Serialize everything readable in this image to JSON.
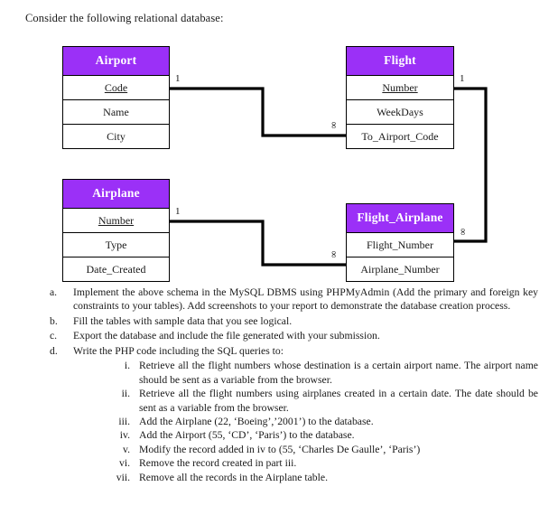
{
  "document": {
    "intro": "Consider the following relational database:"
  },
  "diagram": {
    "accent_color": "#9B30F7",
    "line_color": "#000000",
    "entities": [
      {
        "id": "airport",
        "title": "Airport",
        "attributes": [
          {
            "name": "Code",
            "primary_key": true
          },
          {
            "name": "Name",
            "primary_key": false
          },
          {
            "name": "City",
            "primary_key": false
          }
        ]
      },
      {
        "id": "flight",
        "title": "Flight",
        "attributes": [
          {
            "name": "Number",
            "primary_key": true
          },
          {
            "name": "WeekDays",
            "primary_key": false
          },
          {
            "name": "To_Airport_Code",
            "primary_key": false
          }
        ]
      },
      {
        "id": "airplane",
        "title": "Airplane",
        "attributes": [
          {
            "name": "Number",
            "primary_key": true
          },
          {
            "name": "Type",
            "primary_key": false
          },
          {
            "name": "Date_Created",
            "primary_key": false
          }
        ]
      },
      {
        "id": "flight_airplane",
        "title": "Flight_Airplane",
        "attributes": [
          {
            "name": "Flight_Number",
            "primary_key": false
          },
          {
            "name": "Airplane_Number",
            "primary_key": false
          }
        ]
      }
    ],
    "relationships": [
      {
        "id": "airport-flight",
        "from_entity": "Airport",
        "from_attribute": "Code",
        "from_cardinality": "1",
        "to_entity": "Flight",
        "to_attribute": "To_Airport_Code",
        "to_cardinality": "∞"
      },
      {
        "id": "flight-flightairplane",
        "from_entity": "Flight",
        "from_attribute": "Number",
        "from_cardinality": "1",
        "to_entity": "Flight_Airplane",
        "to_attribute": "Flight_Number",
        "to_cardinality": "∞"
      },
      {
        "id": "airplane-flightairplane",
        "from_entity": "Airplane",
        "from_attribute": "Number",
        "from_cardinality": "1",
        "to_entity": "Flight_Airplane",
        "to_attribute": "Airplane_Number",
        "to_cardinality": "∞"
      }
    ]
  },
  "tasks": [
    {
      "marker": "a.",
      "text": "Implement the above schema in the MySQL DBMS using PHPMyAdmin (Add the primary and foreign key constraints to your tables). Add screenshots to your report to demonstrate the database creation process."
    },
    {
      "marker": "b.",
      "text": "Fill the tables with sample data that you see logical."
    },
    {
      "marker": "c.",
      "text": "Export the database and include the file generated with your submission."
    },
    {
      "marker": "d.",
      "text": "Write the PHP code including the SQL queries to:"
    }
  ],
  "subtasks": [
    {
      "marker": "i.",
      "text": "Retrieve all the flight numbers whose destination is a certain airport name. The airport name should be sent as a variable from the browser."
    },
    {
      "marker": "ii.",
      "text": "Retrieve all the flight numbers using airplanes created in a certain date. The date should be sent as a variable from the browser."
    },
    {
      "marker": "iii.",
      "text": "Add the Airplane (22, ‘Boeing’,’2001’) to the database."
    },
    {
      "marker": "iv.",
      "text": "Add the Airport (55, ‘CD’, ‘Paris’) to the database."
    },
    {
      "marker": "v.",
      "text": "Modify the record added in iv to (55, ‘Charles De Gaulle’, ‘Paris’)"
    },
    {
      "marker": "vi.",
      "text": "Remove the record created in part iii."
    },
    {
      "marker": "vii.",
      "text": "Remove all the records in the Airplane table."
    }
  ]
}
